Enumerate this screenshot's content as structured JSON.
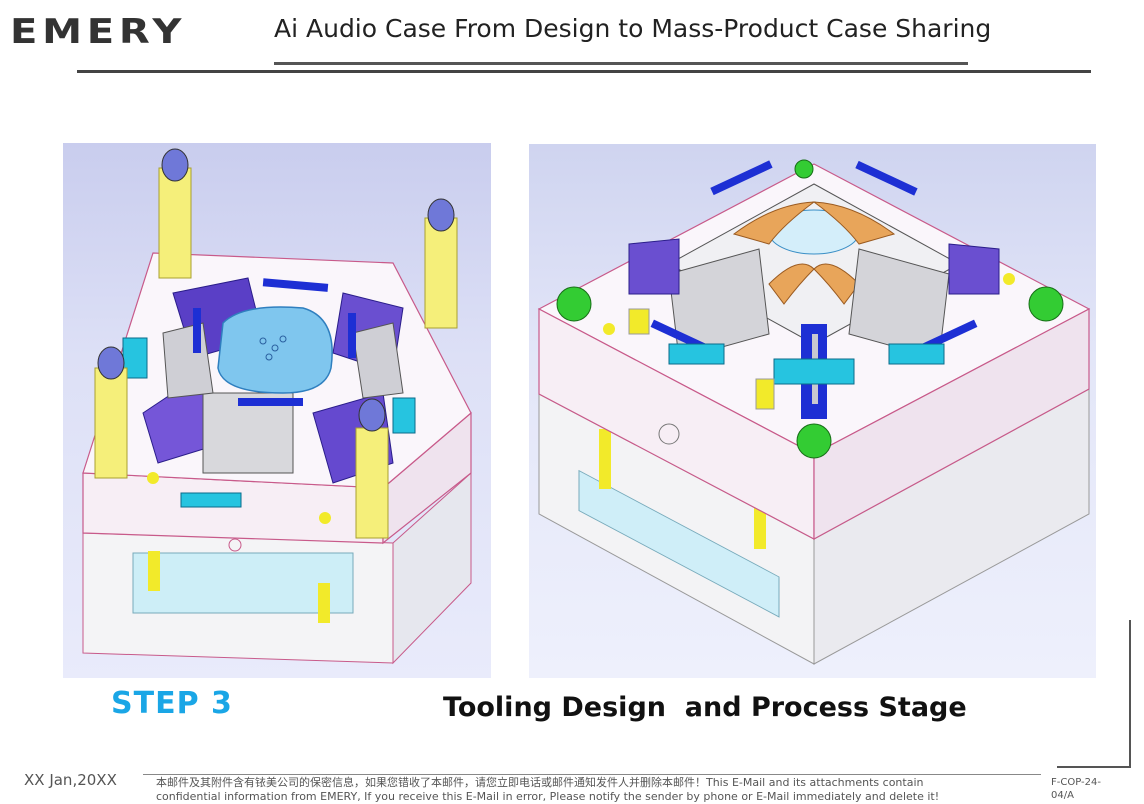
{
  "header": {
    "logo": "EMERY",
    "title": "Ai Audio Case From Design to Mass-Product Case Sharing"
  },
  "images": {
    "left": "mold-assembly-view-1",
    "right": "mold-assembly-view-2"
  },
  "captions": {
    "step": "STEP 3",
    "stage": "Tooling Design  and Process Stage"
  },
  "footer": {
    "date": "XX Jan,20XX",
    "confidentiality_line1": "本邮件及其附件含有铱美公司的保密信息，如果您错收了本邮件，请您立即电话或邮件通知发件人并删除本邮件！This E-Mail and its attachments contain",
    "confidentiality_line2": "confidential information from EMERY, If you receive this E-Mail in error, Please notify the sender by phone or E-Mail  immediately and delete it!",
    "doc_code_line1": "F-COP-24-",
    "doc_code_line2": "04/A"
  },
  "colors": {
    "step_accent": "#1aa6e6",
    "header_text": "#222222",
    "rule": "#444444"
  }
}
